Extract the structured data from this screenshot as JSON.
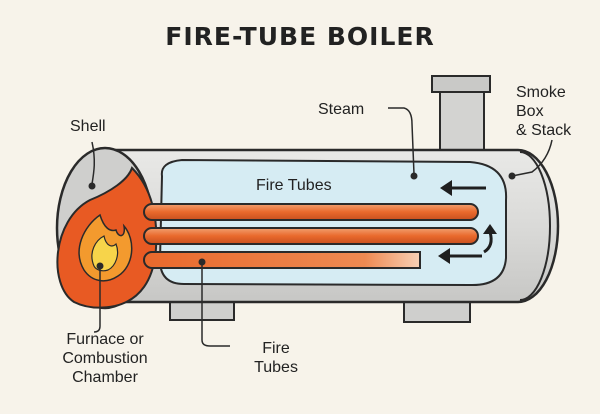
{
  "diagram": {
    "title": "FIRE-TUBE BOILER",
    "labels": {
      "shell": "Shell",
      "steam": "Steam",
      "smoke_box": [
        "Smoke",
        "Box",
        "& Stack"
      ],
      "fire_tubes_inner": "Fire Tubes",
      "furnace": [
        "Furnace or",
        "Combustion",
        "Chamber"
      ],
      "fire_tubes_bottom": [
        "Fire",
        "Tubes"
      ]
    },
    "colors": {
      "background": "#f7f3ea",
      "shell": "#dcdcdc",
      "water": "#d6ecf3",
      "tube": "#e9692c",
      "flame_outer": "#e85a23",
      "flame_inner": "#f7d44a",
      "outline": "#2a2a2a"
    }
  }
}
